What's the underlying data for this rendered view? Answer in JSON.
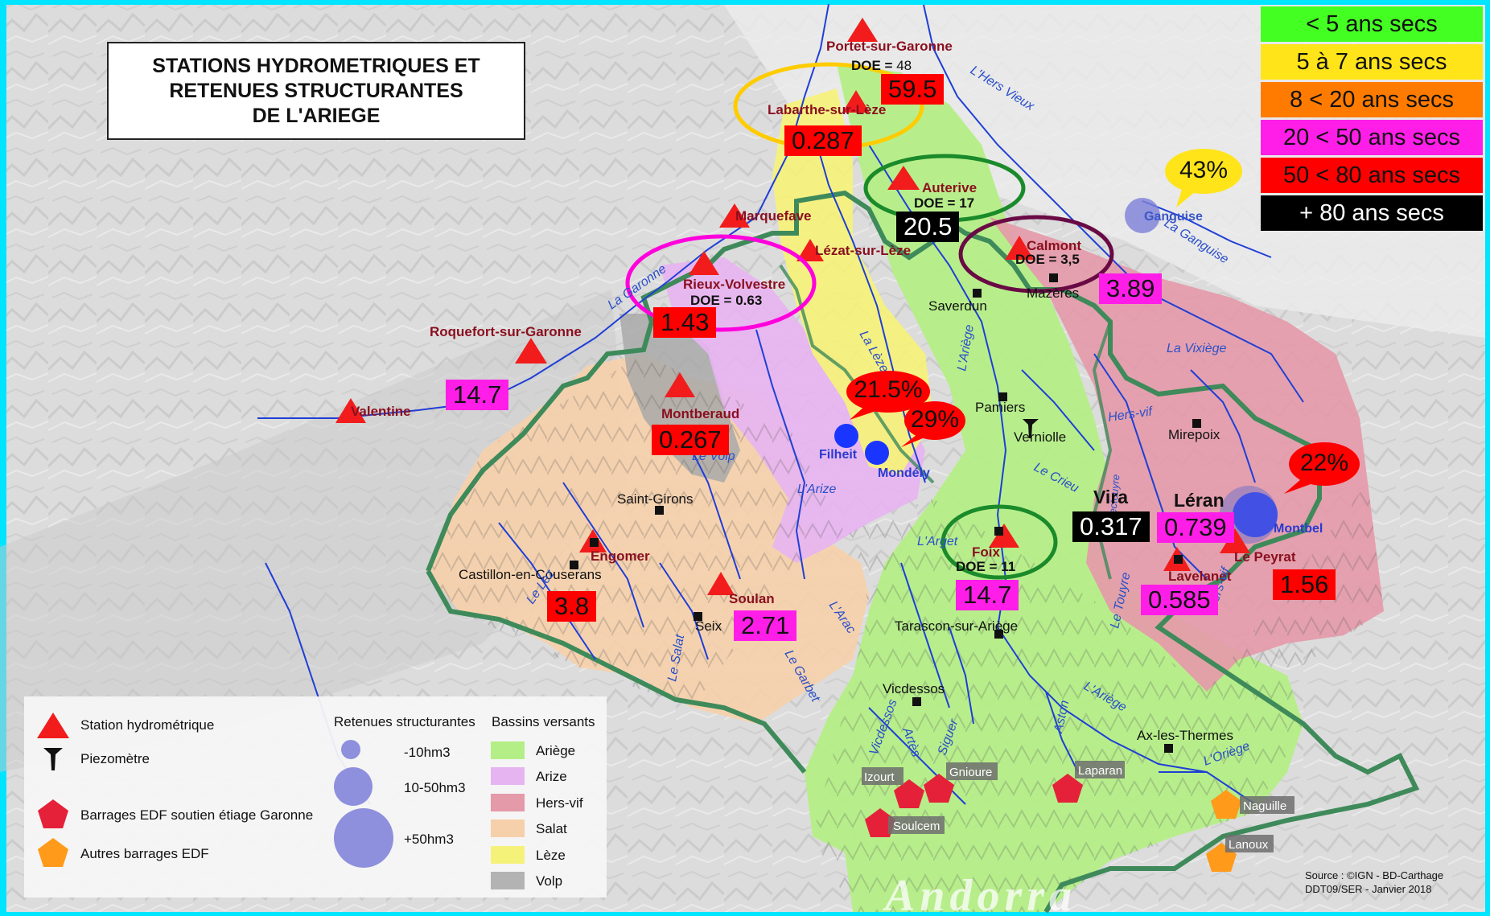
{
  "title": [
    "STATIONS HYDROMETRIQUES ET",
    "RETENUES STRUCTURANTES",
    "DE L'ARIEGE"
  ],
  "scale": [
    {
      "label": "< 5 ans secs",
      "color": "#44ff22"
    },
    {
      "label": "5 à 7 ans secs",
      "color": "#ffe41a"
    },
    {
      "label": "8 < 20 ans secs",
      "color": "#ff7b00"
    },
    {
      "label": "20 < 50 ans secs",
      "color": "#ff1ee8"
    },
    {
      "label": "50 < 80 ans secs",
      "color": "#ff0000"
    },
    {
      "label": "+ 80 ans secs",
      "color": "#000000"
    }
  ],
  "stations": {
    "portet": "Portet-sur-Garonne",
    "labarthe": "Labarthe-sur-Lèze",
    "auterive": "Auterive",
    "marquefave": "Marquefave",
    "lezat": "Lézat-sur-Lèze",
    "calmont": "Calmont",
    "rieux": "Rieux-Volvestre",
    "roquefort": "Roquefort-sur-Garonne",
    "valentine": "Valentine",
    "montberaud": "Montberaud",
    "engomer": "Engomer",
    "soulan": "Soulan",
    "foix": "Foix",
    "lavelanet": "Lavelanet",
    "lepeyrat": "Le Peyrat"
  },
  "doe": {
    "portet": "DOE = ",
    "portet_num": "48",
    "auterive": "DOE = 17",
    "calmont": "DOE = 3,5",
    "rieux": "DOE = 0.63",
    "foix": "DOE = 11"
  },
  "values": {
    "portet": "59.5",
    "labarthe": "0.287",
    "auterive": "20.5",
    "calmont": "3.89",
    "rieux": "1.43",
    "roquefort": "14.7",
    "montberaud": "0.267",
    "engomer": "3.8",
    "soulan": "2.71",
    "foix": "14.7",
    "vira": "0.317",
    "leran": "0.739",
    "lavelanet": "0.585",
    "lepeyrat": "1.56"
  },
  "reservoir_pct": {
    "ganguise": "43%",
    "filheit": "21.5%",
    "mondely": "29%",
    "montbel": "22%"
  },
  "reservoirs": {
    "ganguise": "Ganguise",
    "filheit": "Filheit",
    "mondely": "Mondély",
    "montbel": "Montbel"
  },
  "dams": {
    "izourt": "Izourt",
    "gnioure": "Gnioure",
    "laparan": "Laparan",
    "soulcem": "Soulcem",
    "naguille": "Naguille",
    "lanoux": "Lanoux"
  },
  "towns": {
    "saverdun": "Saverdun",
    "mazeres": "Mazères",
    "pamiers": "Pamiers",
    "verniolle": "Verniolle",
    "mirepoix": "Mirepoix",
    "saintgirons": "Saint-Girons",
    "castillon": "Castillon-en-Couserans",
    "seix": "Seix",
    "tarascon": "Tarascon-sur-Ariège",
    "vicdessos": "Vicdessos",
    "ax": "Ax-les-Thermes",
    "vira": "Vira",
    "leran": "Léran"
  },
  "rivers": {
    "hers_vieux": "L'Hers Vieux",
    "ganguise": "La Ganguise",
    "garonne": "La Garonne",
    "leze": "La Lèze",
    "ariege": "L'Ariège",
    "vixiege": "La Vixiège",
    "hersvif": "Hers-vif",
    "crieu": "Le Crieu",
    "volp": "Le Volp",
    "arize": "L'Arize",
    "arget": "L'Arget",
    "lez": "Le Lez",
    "arac": "L'Arac",
    "garbet": "Le Garbet",
    "salat": "Le Salat",
    "touyre": "Le Touyre",
    "hersvif2": "Hers-vif",
    "vicdessos": "Vicdessos",
    "aston": "Aston",
    "artes": "Artès",
    "siguer": "Siguer",
    "ariege2": "L'Ariège",
    "oriege": "L'Oriège",
    "lectouyre": "Le Lectouyre"
  },
  "legend": {
    "station": "Station hydrométrique",
    "piezo": "Piezomètre",
    "edf_garonne": "Barrages EDF soutien étiage Garonne",
    "edf_other": "Autres barrages EDF",
    "ret_title": "Retenues structurantes",
    "ret_small": "-10hm3",
    "ret_mid": "10-50hm3",
    "ret_big": "+50hm3",
    "bv_title": "Bassins versants",
    "bv": [
      {
        "label": "Ariège",
        "color": "#b4ee86"
      },
      {
        "label": "Arize",
        "color": "#e6b4f0"
      },
      {
        "label": "Hers-vif",
        "color": "#e49aa9"
      },
      {
        "label": "Salat",
        "color": "#f6d0aa"
      },
      {
        "label": "Lèze",
        "color": "#f5f27a"
      },
      {
        "label": "Volp",
        "color": "#b3b3b3"
      }
    ]
  },
  "source": [
    "Source : ©IGN - BD-Carthage",
    "DDT09/SER - Janvier 2018"
  ],
  "andorra": "Andorra"
}
